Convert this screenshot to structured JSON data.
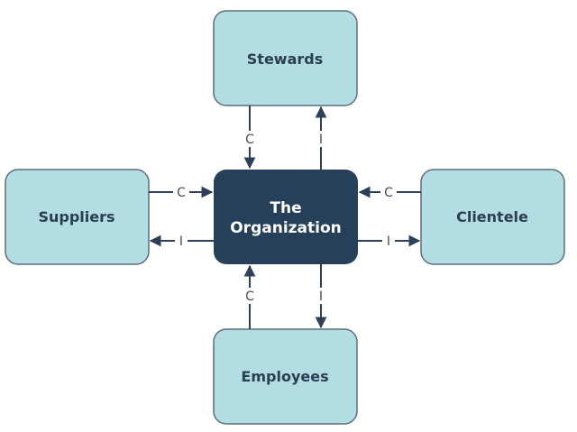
{
  "colors": {
    "outer_fill": "#b2dde3",
    "outer_stroke": "#5e6e78",
    "outer_text": "#2a3e54",
    "center_fill": "#27405a",
    "center_text": "#ffffff",
    "line": "#2e4057",
    "edge_label": "#4a4a4a"
  },
  "nodes": {
    "center": {
      "line1": "The",
      "line2": "Organization"
    },
    "top": {
      "label": "Stewards"
    },
    "left": {
      "label": "Suppliers"
    },
    "right": {
      "label": "Clientele"
    },
    "bottom": {
      "label": "Employees"
    }
  },
  "edges": {
    "top_in": "C",
    "top_out": "I",
    "left_in": "C",
    "left_out": "I",
    "right_in": "C",
    "right_out": "I",
    "bottom_in": "C",
    "bottom_out": "I"
  }
}
